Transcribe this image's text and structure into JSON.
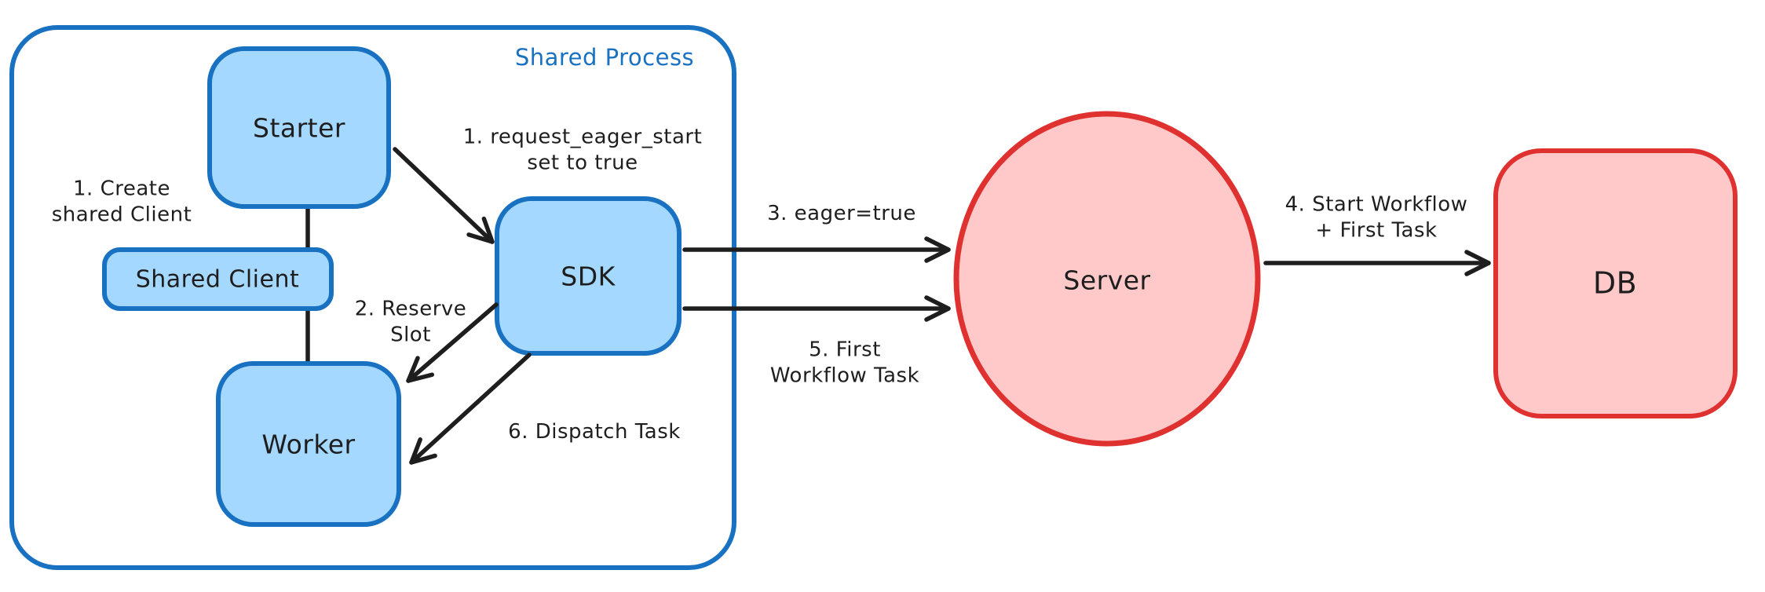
{
  "diagram": {
    "container": {
      "label": "Shared Process"
    },
    "nodes": {
      "starter": "Starter",
      "shared_client": "Shared Client",
      "worker": "Worker",
      "sdk": "SDK",
      "server": "Server",
      "db": "DB"
    },
    "annotations": {
      "create_client": "1. Create\nshared Client",
      "request_eager": "1. request_eager_start\nset to true",
      "reserve_slot": "2. Reserve\nSlot",
      "eager_true": "3. eager=true",
      "start_workflow": "4. Start Workflow\n+ First Task",
      "first_workflow_task": "5. First\nWorkflow Task",
      "dispatch_task": "6. Dispatch Task"
    },
    "colors": {
      "blue_stroke": "#1971c2",
      "blue_fill": "#a5d8ff",
      "red_stroke": "#e03131",
      "red_fill": "#ffc9c9",
      "ink": "#1e1e1e",
      "background": "#ffffff"
    }
  }
}
